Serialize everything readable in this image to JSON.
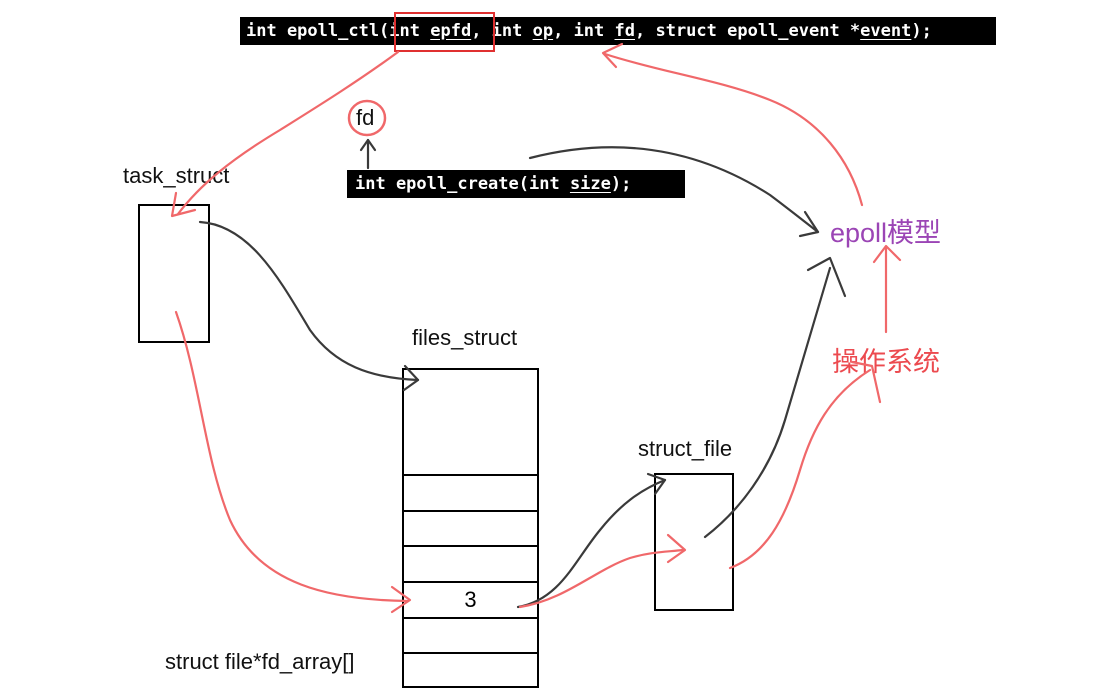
{
  "epoll_ctl": {
    "t1": "int epoll_ctl(int ",
    "t2": "epfd",
    "t3": ", int ",
    "t4": "op",
    "t5": ", int ",
    "t6": "fd",
    "t7": ", struct epoll_event *",
    "t8": "event",
    "t9": ");"
  },
  "epoll_create": {
    "t1": "int epoll_create(int ",
    "t2": "size",
    "t3": ");"
  },
  "labels": {
    "fd": "fd",
    "task_struct": "task_struct",
    "files_struct": "files_struct",
    "struct_file": "struct_file",
    "fd_array": "struct file*fd_array[]",
    "fd_index": "3",
    "epoll_model": "epoll模型",
    "os": "操作系统"
  },
  "colors": {
    "red_arrow": "#f0686a",
    "dark_arrow": "#3a3a3a",
    "highlight": "#e03030",
    "epoll_model": "#9b45b5",
    "os": "#ec4a4f"
  }
}
